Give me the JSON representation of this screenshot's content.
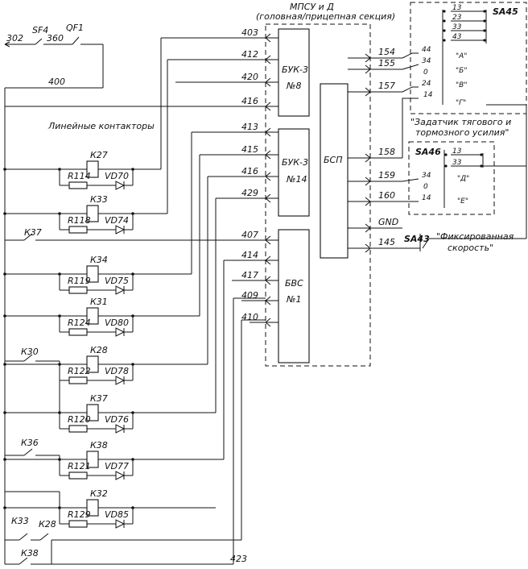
{
  "header": {
    "line1": "МПСУ и Д",
    "line2": "(головная/прицепная секция)"
  },
  "supply": {
    "sf": "SF4",
    "qf": "QF1",
    "w302": "302",
    "w360": "360",
    "w400": "400",
    "w423": "423"
  },
  "blocks": {
    "buk8": [
      "БУК-3",
      "№8"
    ],
    "buk14": [
      "БУК-3",
      "№14"
    ],
    "bvs": [
      "БВС",
      "№1"
    ],
    "bsp": "БСП"
  },
  "left_wires": [
    "403",
    "412",
    "420",
    "416",
    "413",
    "415",
    "416",
    "429",
    "407",
    "414",
    "417",
    "409",
    "410"
  ],
  "right_wires": [
    "154",
    "155",
    "157",
    "158",
    "159",
    "160",
    "GND",
    "145"
  ],
  "linear_label": "Линейные контакторы",
  "contactors": [
    {
      "k": "К27",
      "r": "R114",
      "vd": "VD70"
    },
    {
      "k": "К33",
      "r": "R118",
      "vd": "VD74"
    },
    {
      "k": "К34",
      "r": "R119",
      "vd": "VD75"
    },
    {
      "k": "К31",
      "r": "R124",
      "vd": "VD80"
    },
    {
      "k": "К28",
      "r": "R122",
      "vd": "VD78"
    },
    {
      "k": "К37",
      "r": "R120",
      "vd": "VD76"
    },
    {
      "k": "К38",
      "r": "R121",
      "vd": "VD77"
    },
    {
      "k": "К32",
      "r": "R129",
      "vd": "VD85"
    }
  ],
  "contacts": {
    "k37": "К37",
    "k30": "К30",
    "k36": "К36",
    "k33": "К33",
    "k28": "К28",
    "k38": "К38"
  },
  "sa45": {
    "name": "SA45",
    "rows": [
      "13",
      "23",
      "33",
      "43"
    ],
    "pins": [
      "44",
      "34",
      "0",
      "24",
      "14"
    ],
    "pos": [
      "\"А\"",
      "\"Б\"",
      "\"В\"",
      "\"Г\""
    ],
    "caption1": "\"Задатчик тягового и",
    "caption2": "тормозного усилия\""
  },
  "sa46": {
    "name": "SA46",
    "rows": [
      "13",
      "33"
    ],
    "pins": [
      "34",
      "0",
      "14"
    ],
    "pos": [
      "\"Д\"",
      "\"Е\""
    ]
  },
  "sa43": {
    "name": "SA43",
    "caption1": "\"Фиксированная",
    "caption2": "скорость\""
  }
}
